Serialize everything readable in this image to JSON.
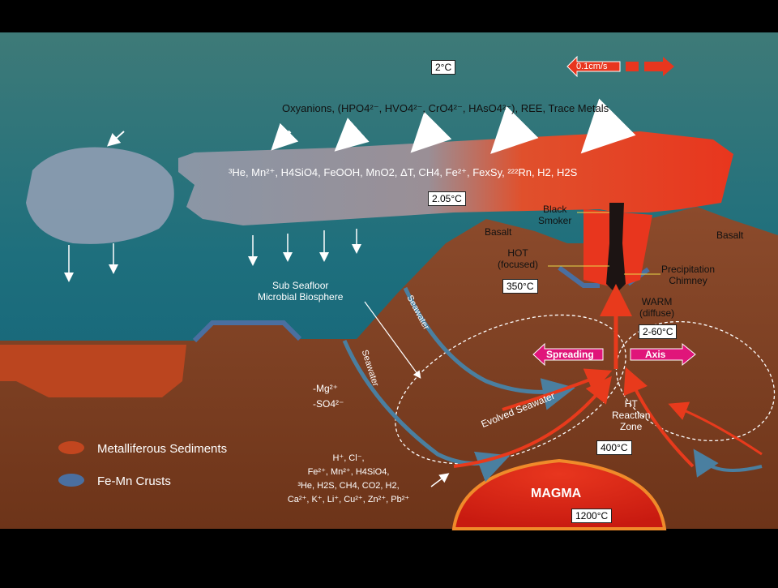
{
  "temperatures": {
    "surface": "2°C",
    "plume": "2.05°C",
    "hot": "350°C",
    "warm": "2-60°C",
    "reaction": "400°C",
    "magma": "1200°C"
  },
  "scale_label": "0.1cm/s",
  "oxyanions": "Oxyanions, (HPO4²⁻, HVO4²⁻, CrO4²⁻, HAsO4²⁻), REE, Trace Metals",
  "plume_chem": "³He, Mn²⁺, H4SiO4, FeOOH, MnO2, ΔT, CH4, Fe²⁺, FexSy, ²²²Rn, H2, H2S",
  "labels": {
    "black_smoker": "Black\nSmoker",
    "basalt_left": "Basalt",
    "basalt_right": "Basalt",
    "hot": "HOT\n(focused)",
    "precipitation": "Precipitation\nChimney",
    "biosphere": "Sub Seafloor\nMicrobial Biosphere",
    "warm": "WARM\n(diffuse)",
    "seawater_1": "Seawater",
    "seawater_2": "Seawater",
    "spreading": "Spreading",
    "axis": "Axis",
    "ht_zone": "HT\nReaction\nZone",
    "evolved": "Evolved Seawater",
    "magma": "MAGMA",
    "mg_so4": "-Mg²⁺\n-SO4²⁻"
  },
  "vent_chem": [
    "H⁺, Cl⁻,",
    "Fe²⁺, Mn²⁺, H4SiO4,",
    "³He, H2S, CH4, CO2, H2,",
    "Ca²⁺, K⁺, Li⁺, Cu²⁺, Zn²⁺, Pb²⁺"
  ],
  "legend": [
    {
      "label": "Metalliferous Sediments",
      "color": "#c2461f"
    },
    {
      "label": "Fe-Mn Crusts",
      "color": "#4a6fa0"
    }
  ]
}
